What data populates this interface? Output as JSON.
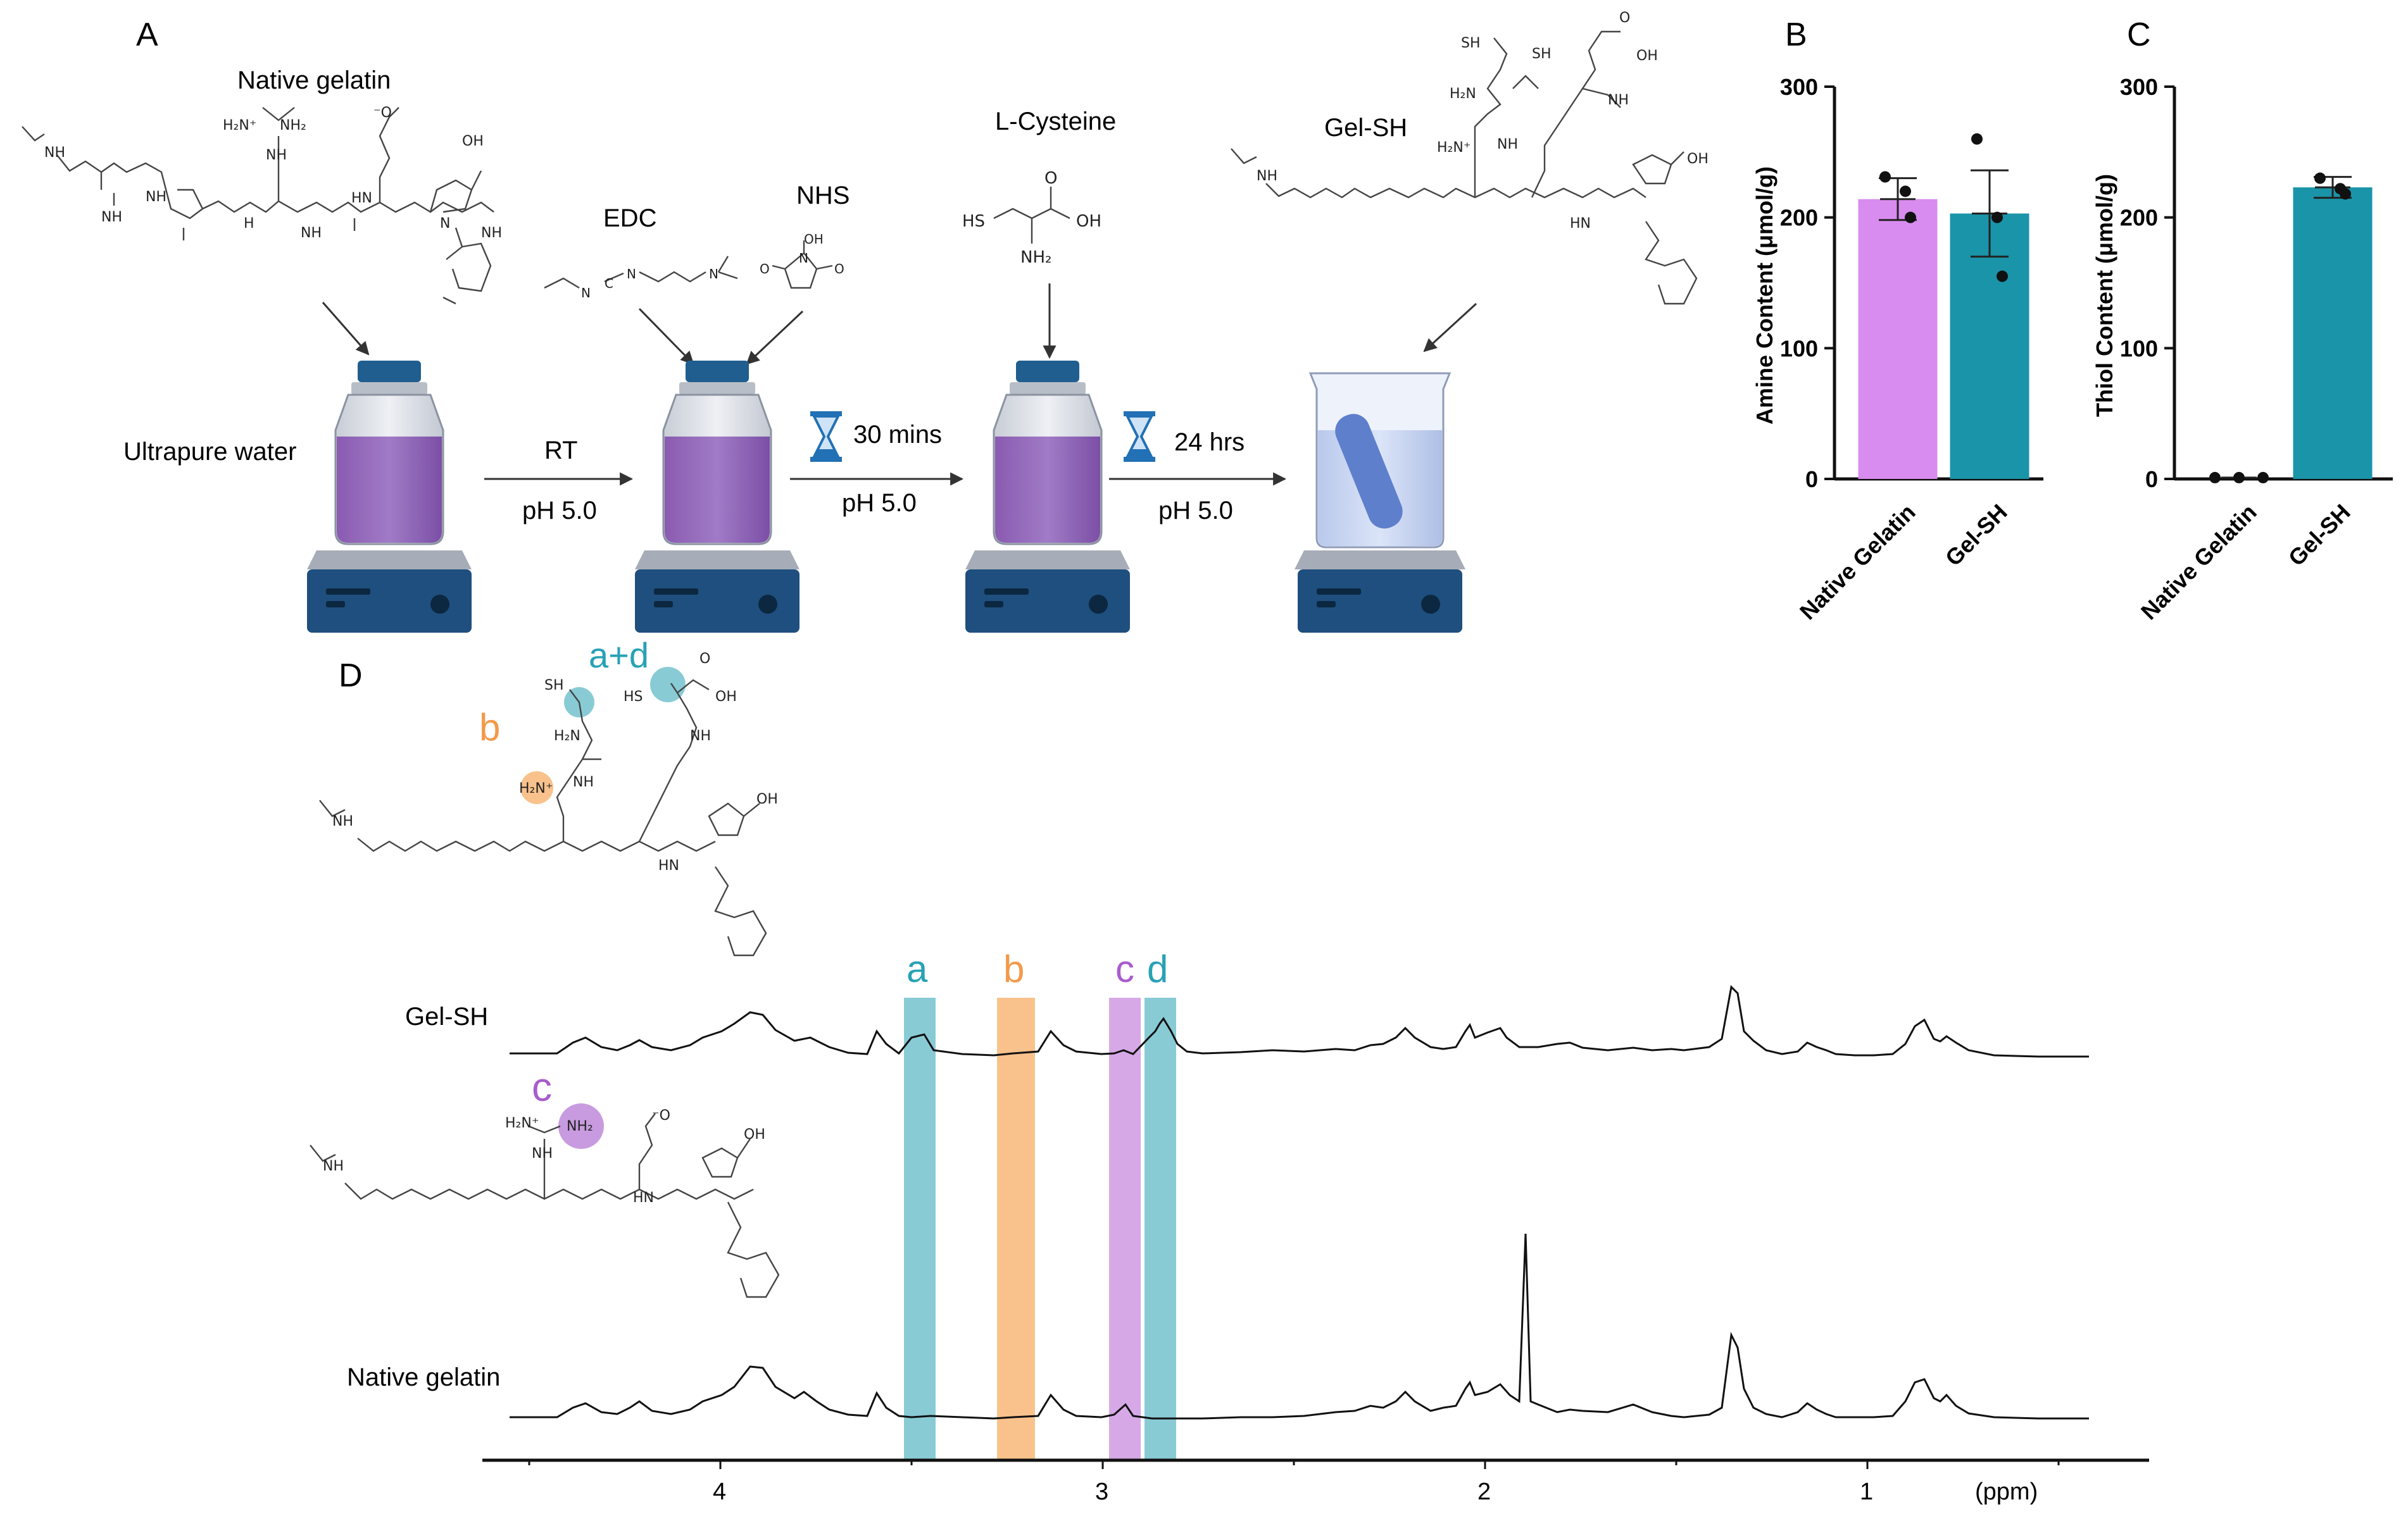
{
  "panel_labels": {
    "a": "A",
    "b": "B",
    "c": "C",
    "d": "D"
  },
  "scheme": {
    "native_gelatin_title": "Native gelatin",
    "edc": "EDC",
    "nhs": "NHS",
    "l_cysteine": "L-Cysteine",
    "gel_sh_title": "Gel-SH",
    "ultrapure_water": "Ultrapure water",
    "step1_top": "RT",
    "step1_bottom": "pH 5.0",
    "step2_time": "30 mins",
    "step2_bottom": "pH 5.0",
    "step3_time": "24 hrs",
    "step3_bottom": "pH 5.0"
  },
  "chem_labels": {
    "nh": "NH",
    "h": "H",
    "n": "N",
    "o": "O",
    "oh": "OH",
    "sh": "SH",
    "hs": "HS",
    "h2n_plus": "H₂N⁺",
    "nh2": "NH₂",
    "h2n": "H₂N",
    "nh_small": "NH",
    "o_minus": "⁻O",
    "hn": "HN",
    "edc_n1": "N",
    "edc_c": "C",
    "edc_n2": "N"
  },
  "nmr_markers": {
    "a_plus_d": "a+d",
    "b": "b",
    "c": "c"
  },
  "nmr": {
    "band_labels": [
      "a",
      "b",
      "c",
      "d"
    ],
    "trace_gel_sh": "Gel-SH",
    "trace_native": "Native gelatin",
    "axis_unit": "(ppm)",
    "ticks": [
      "4",
      "3",
      "2",
      "1"
    ]
  },
  "colors": {
    "violet": "#d98cf0",
    "teal": "#1a94a8",
    "cyan_band": "#88cbd5",
    "orange_band": "#f9c28c",
    "purple_band": "#d6a9e6",
    "label_teal": "#28a1b5",
    "label_orange": "#f29a4a",
    "label_purple": "#a85ccd"
  },
  "chart_data": [
    {
      "type": "bar",
      "categories": [
        "Native Gelatin",
        "Gel-SH"
      ],
      "values": [
        214,
        203
      ],
      "errors": [
        16,
        33
      ],
      "points": [
        [
          231,
          220,
          200
        ],
        [
          260,
          200,
          155
        ]
      ],
      "ylabel": "Amine Content (μmol/g)",
      "ylim": [
        0,
        300
      ],
      "yticks": [
        "0",
        "100",
        "200",
        "300"
      ]
    },
    {
      "type": "bar",
      "categories": [
        "Native Gelatin",
        "Gel-SH"
      ],
      "values": [
        1,
        223
      ],
      "errors": [
        0,
        8
      ],
      "points": [
        [
          1,
          1,
          1
        ],
        [
          230,
          222,
          218
        ]
      ],
      "ylabel": "Thiol Content (μmol/g)",
      "ylim": [
        0,
        300
      ],
      "yticks": [
        "0",
        "100",
        "200",
        "300"
      ]
    }
  ]
}
